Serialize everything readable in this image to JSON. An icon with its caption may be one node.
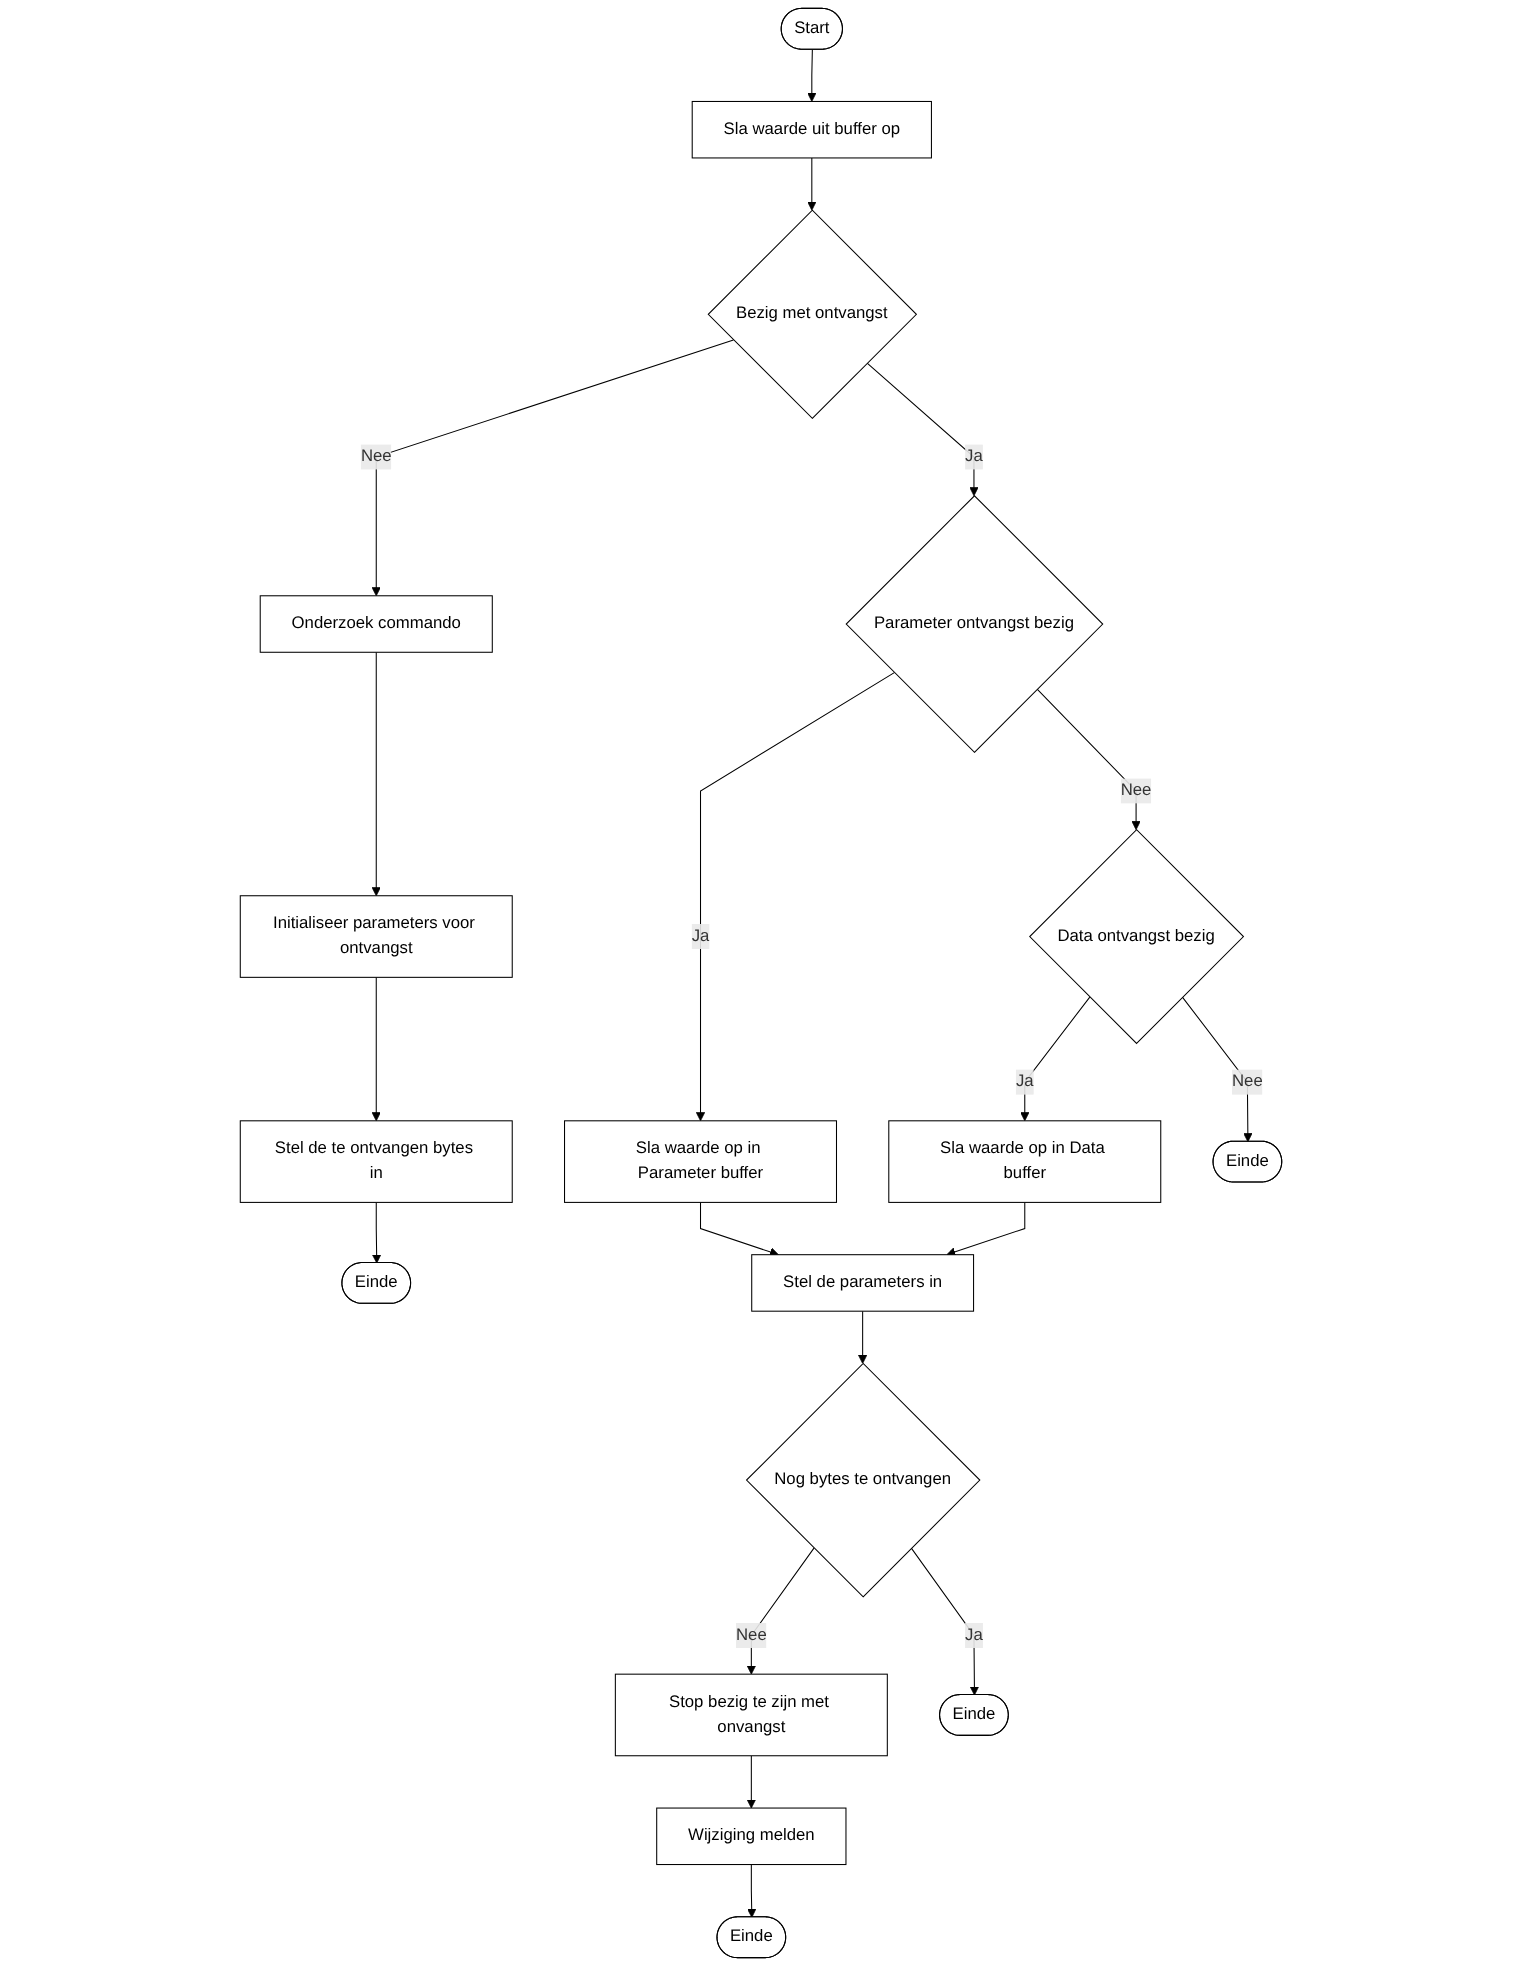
{
  "diagram": {
    "nodes": [
      {
        "text": [
          "Start"
        ]
      },
      {
        "text": [
          "Sla waarde uit buffer op"
        ]
      },
      {
        "text": [
          "Bezig met ontvangst"
        ]
      },
      {
        "text": [
          "Onderzoek commando"
        ]
      },
      {
        "text": [
          "Initialiseer parameters voor ontvangst"
        ]
      },
      {
        "text": [
          "Stel de te ontvangen bytes in"
        ]
      },
      {
        "text": [
          "Einde"
        ]
      },
      {
        "text": [
          "Parameter ontvangst bezig"
        ]
      },
      {
        "text": [
          "Data ontvangst bezig"
        ]
      },
      {
        "text": [
          "Sla waarde op in Parameter buffer"
        ]
      },
      {
        "text": [
          "Sla waarde op in Data buffer"
        ]
      },
      {
        "text": [
          "Stel de parameters in"
        ]
      },
      {
        "text": [
          "Nog bytes te ontvangen"
        ]
      },
      {
        "text": [
          "Stop bezig te zijn met onvangst"
        ]
      },
      {
        "text": [
          "Wijziging melden"
        ]
      },
      {
        "text": [
          "Einde"
        ]
      },
      {
        "text": [
          "Einde"
        ]
      },
      {
        "text": [
          "Einde"
        ]
      }
    ],
    "edges": [
      {
        "from": 0,
        "to": 1,
        "arrow": "to"
      },
      {
        "from": 1,
        "to": 2,
        "arrow": "to"
      },
      {
        "from": 2,
        "to": 7,
        "arrow": "to",
        "label": "Ja"
      },
      {
        "from": 2,
        "to": 3,
        "arrow": "to",
        "label": "Nee"
      },
      {
        "from": 3,
        "to": 4,
        "arrow": "to"
      },
      {
        "from": 4,
        "to": 5,
        "arrow": "to"
      },
      {
        "from": 5,
        "to": 6,
        "arrow": "to"
      },
      {
        "from": 7,
        "to": 8,
        "arrow": "to",
        "label": "Nee"
      },
      {
        "from": 7,
        "to": 9,
        "arrow": "to",
        "label": "Ja"
      },
      {
        "from": 8,
        "to": 10,
        "arrow": "to",
        "label": "Ja"
      },
      {
        "from": 8,
        "to": 17,
        "arrow": "to",
        "label": "Nee"
      },
      {
        "from": 9,
        "to": 11,
        "arrow": "to"
      },
      {
        "from": 10,
        "to": 11,
        "arrow": "to"
      },
      {
        "from": 11,
        "to": 12,
        "arrow": "to"
      },
      {
        "from": 12,
        "to": 13,
        "arrow": "to",
        "label": "Nee"
      },
      {
        "from": 12,
        "to": 16,
        "arrow": "to",
        "label": "Ja"
      },
      {
        "from": 13,
        "to": 14,
        "arrow": "to"
      },
      {
        "from": 14,
        "to": 15,
        "arrow": "to"
      }
    ]
  }
}
